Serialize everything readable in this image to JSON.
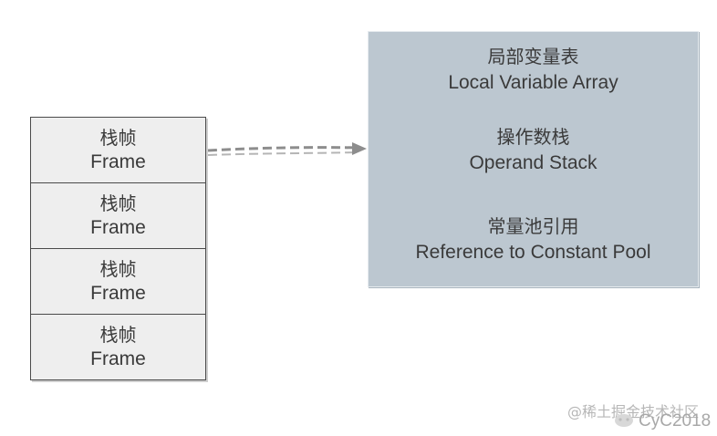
{
  "stack": {
    "frames": [
      {
        "label_zh": "栈帧",
        "label_en": "Frame"
      },
      {
        "label_zh": "栈帧",
        "label_en": "Frame"
      },
      {
        "label_zh": "栈帧",
        "label_en": "Frame"
      },
      {
        "label_zh": "栈帧",
        "label_en": "Frame"
      }
    ]
  },
  "frame_detail": {
    "sections": [
      {
        "label_zh": "局部变量表",
        "label_en": "Local Variable Array"
      },
      {
        "label_zh": "操作数栈",
        "label_en": "Operand Stack"
      },
      {
        "label_zh": "常量池引用",
        "label_en": "Reference to Constant Pool"
      }
    ]
  },
  "watermark": {
    "site": "@稀土掘金技术社区",
    "user": "CyC2018"
  },
  "colors": {
    "frame_fill": "#eeeeee",
    "frame_border": "#4a4a4a",
    "panel_fill": "#bcc7d0",
    "arrow": "#8d8d8d",
    "text": "#3a3a3a"
  }
}
